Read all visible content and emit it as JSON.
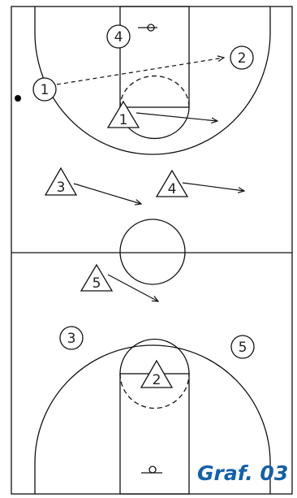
{
  "diagram": {
    "caption": "Graf. 03",
    "offense": [
      {
        "label": "1"
      },
      {
        "label": "2"
      },
      {
        "label": "4"
      },
      {
        "label": "3"
      },
      {
        "label": "5"
      }
    ],
    "defense": [
      {
        "label": "1"
      },
      {
        "label": "3"
      },
      {
        "label": "4"
      },
      {
        "label": "5"
      },
      {
        "label": "2"
      }
    ],
    "pass": {
      "from": "1",
      "to": "2",
      "style": "dashed"
    },
    "cuts": [
      {
        "player": "1",
        "type": "defense"
      },
      {
        "player": "3",
        "type": "defense"
      },
      {
        "player": "4",
        "type": "defense"
      },
      {
        "player": "5",
        "type": "defense"
      }
    ],
    "ball": {
      "holder": "1"
    }
  }
}
